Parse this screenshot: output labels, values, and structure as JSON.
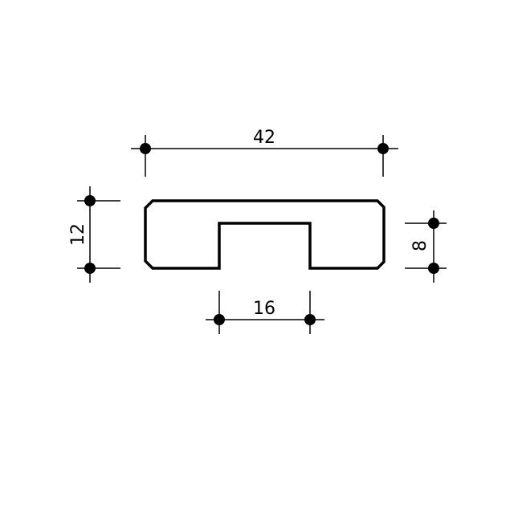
{
  "dimensions": {
    "overall_width": "42",
    "overall_height": "12",
    "slot_width": "16",
    "slot_side_height": "8"
  },
  "colors": {
    "line": "#000000",
    "background": "#ffffff"
  }
}
